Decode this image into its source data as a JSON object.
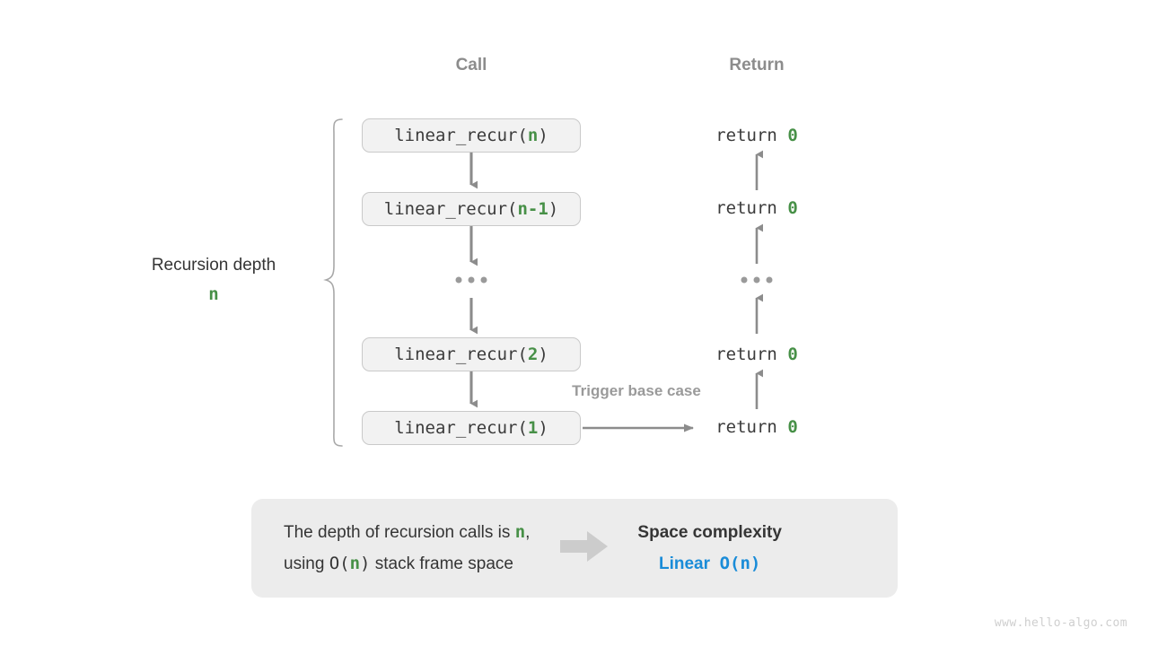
{
  "columns": {
    "call_header": "Call",
    "return_header": "Return"
  },
  "call_stack": [
    {
      "prefix": "linear_recur(",
      "arg": "n",
      "suffix": ")"
    },
    {
      "prefix": "linear_recur(",
      "arg": "n-1",
      "suffix": ")"
    },
    {
      "prefix": "linear_recur(",
      "arg": "2",
      "suffix": ")"
    },
    {
      "prefix": "linear_recur(",
      "arg": "1",
      "suffix": ")"
    }
  ],
  "returns": [
    {
      "keyword": "return",
      "value": "0"
    },
    {
      "keyword": "return",
      "value": "0"
    },
    {
      "keyword": "return",
      "value": "0"
    },
    {
      "keyword": "return",
      "value": "0"
    }
  ],
  "ellipsis": "...",
  "depth": {
    "label": "Recursion depth",
    "value": "n"
  },
  "trigger": {
    "label": "Trigger base case"
  },
  "panel": {
    "line1_a": "The depth of recursion calls is ",
    "line1_var": "n",
    "line1_b": ",",
    "line2_a": "using ",
    "line2_o": "O(",
    "line2_var": "n",
    "line2_close": ")",
    "line2_b": " stack frame space",
    "conclusion_title": "Space complexity",
    "conclusion_kind": "Linear",
    "conclusion_value": "O(n)"
  },
  "watermark": "www.hello-algo.com",
  "colors": {
    "variable_green": "#479047",
    "accent_blue": "#1a8cd8",
    "box_fill": "#f2f2f2",
    "box_border": "#c9c9c9",
    "arrow_gray": "#8c8c8c",
    "panel_bg": "#ececec",
    "header_gray": "#8c8c8c",
    "text_dark": "#353535",
    "watermark_gray": "#cfcfcf"
  }
}
